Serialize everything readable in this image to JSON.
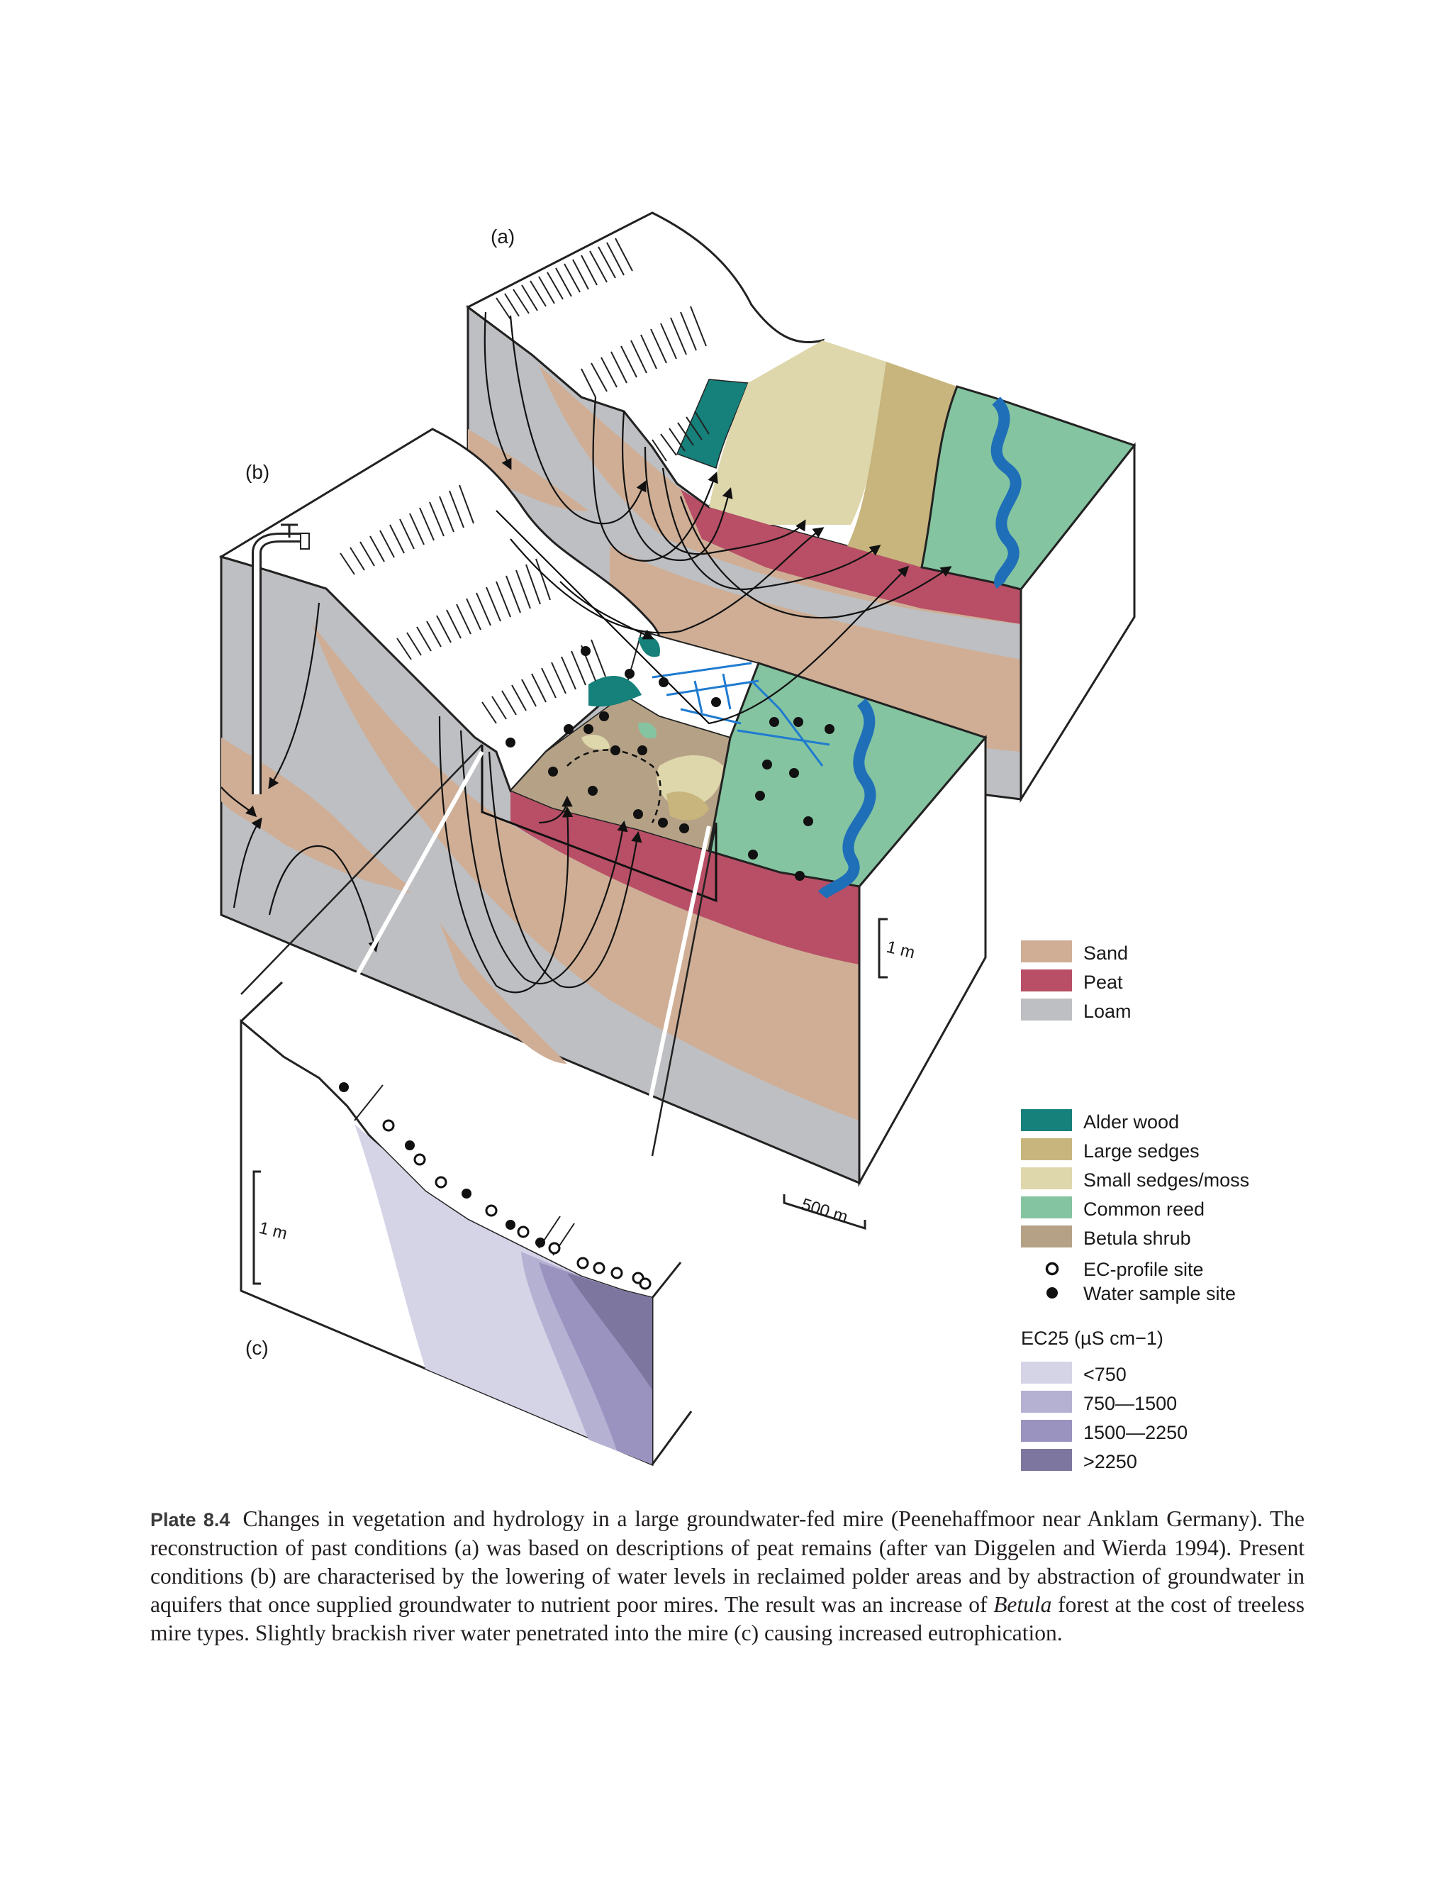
{
  "panels": {
    "a": "(a)",
    "b": "(b)",
    "c": "(c)"
  },
  "scale": {
    "vertical_block": "1 m",
    "vertical_inset": "1 m",
    "horizontal": "500 m"
  },
  "legend_soil": [
    {
      "label": "Sand",
      "color": "#cfae95"
    },
    {
      "label": "Peat",
      "color": "#b84f66"
    },
    {
      "label": "Loam",
      "color": "#bebfc2"
    }
  ],
  "legend_vegetation": [
    {
      "label": "Alder wood",
      "color": "#16807a"
    },
    {
      "label": "Large sedges",
      "color": "#c7b57d"
    },
    {
      "label": "Small sedges/moss",
      "color": "#ded7ac"
    },
    {
      "label": "Common reed",
      "color": "#84c4a1"
    },
    {
      "label": "Betula shrub",
      "color": "#b5a286"
    }
  ],
  "legend_sites": [
    {
      "label": "EC-profile site",
      "marker": "open-circle"
    },
    {
      "label": "Water sample site",
      "marker": "filled-circle"
    }
  ],
  "legend_ec": {
    "title": "EC25 (µS cm−1)",
    "classes": [
      {
        "label": "<750",
        "color": "#d5d3e6"
      },
      {
        "label": "750—1500",
        "color": "#b5b1d3"
      },
      {
        "label": "1500—2250",
        "color": "#9a93c0"
      },
      {
        "label": ">2250",
        "color": "#7d779f"
      }
    ]
  },
  "colors": {
    "water": "#1f6fb8",
    "drain": "#1f7bd0",
    "outline": "#222222"
  },
  "caption": {
    "plate_label": "Plate 8.4",
    "text_before": "Changes in vegetation and hydrology in a large groundwater-fed mire (Peenehaffmoor near Anklam Germany). The reconstruction of past conditions (a) was based on descriptions of peat remains (after van Diggelen and Wierda 1994). Present conditions (b) are characterised by the lowering of water levels in reclaimed polder areas and by abstraction of groundwater in aquifers that once supplied groundwater to nutrient poor mires. The result was an increase of",
    "italic": "Betula",
    "text_after": "forest at the cost of treeless mire types. Slightly brackish river water penetrated into the mire (c) causing increased eutrophication."
  }
}
